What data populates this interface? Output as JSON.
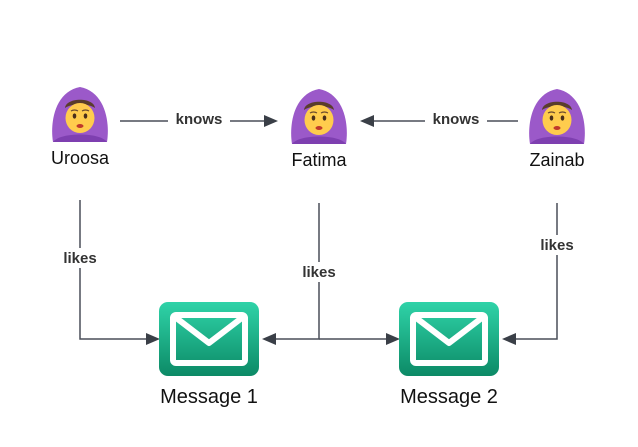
{
  "people": [
    {
      "id": "uroosa",
      "name": "Uroosa",
      "icon": "woman-with-headscarf-icon"
    },
    {
      "id": "fatima",
      "name": "Fatima",
      "icon": "woman-with-headscarf-icon"
    },
    {
      "id": "zainab",
      "name": "Zainab",
      "icon": "woman-with-headscarf-icon"
    }
  ],
  "messages": [
    {
      "id": "message-1",
      "label": "Message 1",
      "icon": "envelope-icon"
    },
    {
      "id": "message-2",
      "label": "Message 2",
      "icon": "envelope-icon"
    }
  ],
  "edges": [
    {
      "from": "Uroosa",
      "to": "Fatima",
      "label": "knows"
    },
    {
      "from": "Zainab",
      "to": "Fatima",
      "label": "knows"
    },
    {
      "from": "Uroosa",
      "to": "Message 1",
      "label": "likes"
    },
    {
      "from": "Fatima",
      "to": "Message 1",
      "label": "likes"
    },
    {
      "from": "Fatima",
      "to": "Message 2",
      "label": ""
    },
    {
      "from": "Zainab",
      "to": "Message 2",
      "label": "likes"
    }
  ],
  "colors": {
    "headscarf": "#9b59c9",
    "headscarf_dark": "#7e3fb0",
    "face": "#ffcc4d",
    "hair": "#5a3d2b",
    "mouth": "#c0392b",
    "envelope_light": "#22c39a",
    "envelope_dark": "#0e8f6b",
    "edge": "#4a4f59"
  }
}
